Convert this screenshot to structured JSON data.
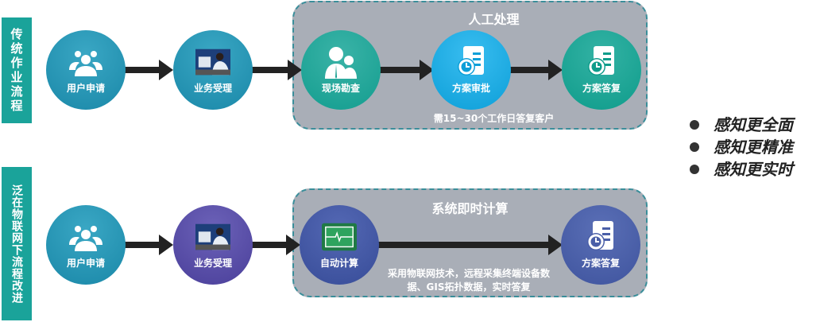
{
  "traditional": {
    "label": "传统作业流程",
    "panel_title": "人工处理",
    "note": "需15~30个工作日答复客户",
    "steps": [
      {
        "label": "用户申请",
        "icon": "users-group-icon",
        "color": "#2093b5"
      },
      {
        "label": "业务受理",
        "icon": "operator-photo-icon",
        "color": "#2093b5"
      },
      {
        "label": "现场勘查",
        "icon": "inspectors-icon",
        "color": "#1ea79a"
      },
      {
        "label": "方案审批",
        "icon": "document-clock-icon",
        "color": "#14a9e2"
      },
      {
        "label": "方案答复",
        "icon": "document-clock-icon",
        "color": "#15a594"
      }
    ]
  },
  "iot": {
    "label": "泛在物联网下流程改进",
    "panel_title": "系统即时计算",
    "note_line1": "采用物联网技术，远程采集终端设备数",
    "note_line2": "据、GIS拓扑数据，实时答复",
    "steps": [
      {
        "label": "用户申请",
        "icon": "users-group-icon",
        "color": "#2093b5"
      },
      {
        "label": "业务受理",
        "icon": "operator-photo-icon",
        "color": "#5a4ea8"
      },
      {
        "label": "自动计算",
        "icon": "heartbeat-monitor-icon",
        "color": "#4257a3"
      },
      {
        "label": "方案答复",
        "icon": "document-clock-icon",
        "color": "#4a5fa8"
      }
    ]
  },
  "benefits": [
    "感知更全面",
    "感知更精准",
    "感知更实时"
  ]
}
